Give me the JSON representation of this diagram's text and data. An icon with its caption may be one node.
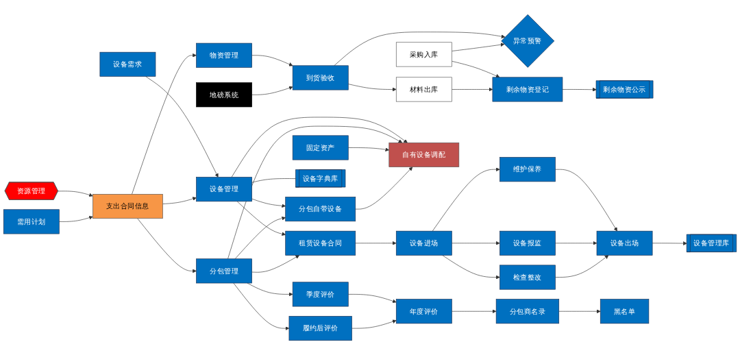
{
  "diagram": {
    "nodes": [
      {
        "text": [
          "异常预警"
        ]
      },
      {
        "text": [
          "采购入库"
        ]
      },
      {
        "text": [
          "剩余物资登记"
        ]
      },
      {
        "text": [
          "剩余物资公示"
        ]
      },
      {
        "text": [
          "需用计划"
        ]
      },
      {
        "text": [
          "物资管理"
        ]
      },
      {
        "text": [
          "到货验收"
        ]
      },
      {
        "text": [
          "材料出库"
        ]
      },
      {
        "text": [
          "地磅系统"
        ]
      },
      {
        "text": [
          "自有设备调配"
        ]
      },
      {
        "text": [
          "固定资产"
        ]
      },
      {
        "text": [
          "设备需求"
        ]
      },
      {
        "text": [
          "资源管理"
        ]
      },
      {
        "text": [
          "支出合同信息"
        ]
      },
      {
        "text": [
          "设备管理"
        ]
      },
      {
        "text": [
          "租赁设备合同"
        ]
      },
      {
        "text": [
          "设备进场"
        ]
      },
      {
        "text": [
          "维护保养"
        ]
      },
      {
        "text": [
          "设备出场"
        ]
      },
      {
        "text": [
          "设备管理库"
        ]
      },
      {
        "text": [
          "设备字典库"
        ]
      },
      {
        "text": [
          "设备报监"
        ]
      },
      {
        "text": [
          "分包自带设备"
        ]
      },
      {
        "text": [
          "检查整改"
        ]
      },
      {
        "text": [
          "分包管理"
        ]
      },
      {
        "text": [
          "季度评价"
        ]
      },
      {
        "text": [
          "年度评价"
        ]
      },
      {
        "text": [
          "分包商名录"
        ]
      },
      {
        "text": [
          "黑名单"
        ]
      },
      {
        "text": [
          "履约后评价"
        ]
      }
    ],
    "edges": [
      {
        "from": 11,
        "to": 14,
        "arrow": "to"
      },
      {
        "from": 12,
        "to": 13,
        "arrow": "to"
      },
      {
        "from": 4,
        "to": 13,
        "arrow": "to"
      },
      {
        "from": 13,
        "to": 5,
        "arrow": "to"
      },
      {
        "from": 13,
        "to": 14,
        "arrow": "to"
      },
      {
        "from": 13,
        "to": 24,
        "arrow": "to"
      },
      {
        "from": 5,
        "to": 6,
        "arrow": "to"
      },
      {
        "from": 8,
        "to": 6,
        "arrow": "to"
      },
      {
        "from": 6,
        "to": 0,
        "arrow": "to"
      },
      {
        "from": 1,
        "to": 0,
        "arrow": "to"
      },
      {
        "from": 6,
        "to": 7,
        "arrow": "to"
      },
      {
        "from": 1,
        "to": 2,
        "arrow": "to"
      },
      {
        "from": 7,
        "to": 2,
        "arrow": "to"
      },
      {
        "from": 2,
        "to": 3,
        "arrow": "to"
      },
      {
        "from": 14,
        "to": 9,
        "arrow": "to"
      },
      {
        "from": 14,
        "to": 15,
        "arrow": "to"
      },
      {
        "from": 14,
        "to": 22,
        "arrow": "to"
      },
      {
        "from": 14,
        "to": 20,
        "arrow": "none"
      },
      {
        "from": 24,
        "to": 9,
        "arrow": "to"
      },
      {
        "from": 24,
        "to": 15,
        "arrow": "to"
      },
      {
        "from": 24,
        "to": 22,
        "arrow": "to"
      },
      {
        "from": 10,
        "to": 9,
        "arrow": "to"
      },
      {
        "from": 22,
        "to": 9,
        "arrow": "to"
      },
      {
        "from": 15,
        "to": 16,
        "arrow": "to"
      },
      {
        "from": 16,
        "to": 17,
        "arrow": "to"
      },
      {
        "from": 16,
        "to": 21,
        "arrow": "to"
      },
      {
        "from": 16,
        "to": 23,
        "arrow": "to"
      },
      {
        "from": 17,
        "to": 18,
        "arrow": "to"
      },
      {
        "from": 21,
        "to": 18,
        "arrow": "to"
      },
      {
        "from": 23,
        "to": 18,
        "arrow": "to"
      },
      {
        "from": 18,
        "to": 19,
        "arrow": "to"
      },
      {
        "from": 24,
        "to": 25,
        "arrow": "to"
      },
      {
        "from": 24,
        "to": 29,
        "arrow": "to"
      },
      {
        "from": 25,
        "to": 26,
        "arrow": "to"
      },
      {
        "from": 29,
        "to": 26,
        "arrow": "to"
      },
      {
        "from": 26,
        "to": 27,
        "arrow": "to"
      },
      {
        "from": 27,
        "to": 28,
        "arrow": "to"
      }
    ]
  }
}
